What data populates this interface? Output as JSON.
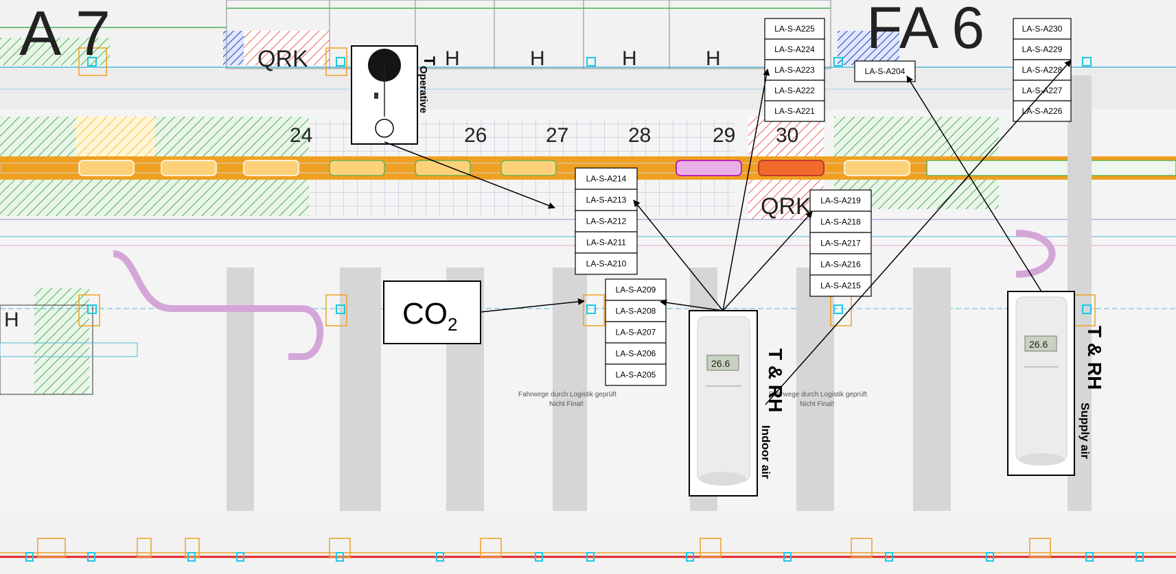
{
  "plan": {
    "area_left": "A 7",
    "area_right": "FA 6",
    "zone_qrk": "QRK",
    "h_marks": [
      "H",
      "H",
      "H",
      "H",
      "H"
    ],
    "columns": [
      "24",
      "26",
      "27",
      "28",
      "29",
      "30"
    ],
    "notes": [
      "Fahrwege durch Logistik geprüft",
      "Nicht Final!"
    ]
  },
  "sensor_groups": {
    "g225": [
      "LA-S-A225",
      "LA-S-A224",
      "LA-S-A223",
      "LA-S-A222",
      "LA-S-A221"
    ],
    "g204": [
      "LA-S-A204"
    ],
    "g230": [
      "LA-S-A230",
      "LA-S-A229",
      "LA-S-A228",
      "LA-S-A227",
      "LA-S-A226"
    ],
    "g214": [
      "LA-S-A214",
      "LA-S-A213",
      "LA-S-A212",
      "LA-S-A211",
      "LA-S-A210"
    ],
    "g219": [
      "LA-S-A219",
      "LA-S-A218",
      "LA-S-A217",
      "LA-S-A216",
      "LA-S-A215"
    ],
    "g209": [
      "LA-S-A209",
      "LA-S-A208",
      "LA-S-A207",
      "LA-S-A206",
      "LA-S-A205"
    ]
  },
  "legend": {
    "operative_t": "T",
    "operative_sub": "Operative",
    "co2_main": "CO",
    "co2_sub": "2",
    "indoor_main": "T & RH",
    "indoor_sub": "Indoor air",
    "supply_main": "T & RH",
    "supply_sub": "Supply air",
    "display_reading": "26.6"
  },
  "colors": {
    "orange": "#f0a020",
    "hatch_green": "#4caf50",
    "hatch_red": "#e53935",
    "hatch_blue": "#1e3fb0",
    "marker_cyan": "#19c9e6",
    "line_red": "#e02020"
  }
}
